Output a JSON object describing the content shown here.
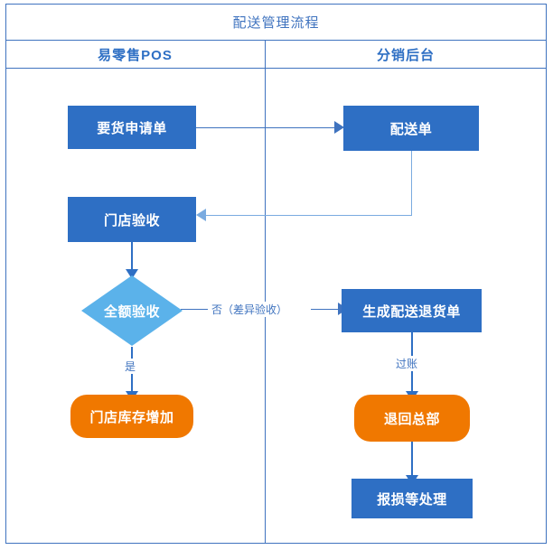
{
  "diagram": {
    "title": "配送管理流程",
    "lanes": [
      {
        "label": "易零售POS"
      },
      {
        "label": "分销后台"
      }
    ],
    "colors": {
      "frame_border": "#3f73bf",
      "lane_title": "#3f73bf",
      "lane_header": "#2e6fc4",
      "process_fill": "#2e6fc4",
      "decision_fill": "#5bb2ea",
      "terminal_fill": "#f07800",
      "connector": "#3f73bf",
      "connector_light": "#7aabe0",
      "node_text": "#ffffff"
    },
    "nodes": [
      {
        "id": "n1",
        "label": "要货申请单",
        "shape": "rect",
        "lane": "易零售POS"
      },
      {
        "id": "n2",
        "label": "配送单",
        "shape": "rect",
        "lane": "分销后台"
      },
      {
        "id": "n3",
        "label": "门店验收",
        "shape": "rect",
        "lane": "易零售POS"
      },
      {
        "id": "n4",
        "label": "全额验收",
        "shape": "diamond",
        "lane": "易零售POS"
      },
      {
        "id": "n5",
        "label": "生成配送退货单",
        "shape": "rect",
        "lane": "分销后台"
      },
      {
        "id": "n6",
        "label": "门店库存增加",
        "shape": "pill",
        "lane": "易零售POS"
      },
      {
        "id": "n7",
        "label": "退回总部",
        "shape": "pill",
        "lane": "分销后台"
      },
      {
        "id": "n8",
        "label": "报损等处理",
        "shape": "rect",
        "lane": "分销后台"
      }
    ],
    "edges": [
      {
        "from": "n1",
        "to": "n2",
        "label": ""
      },
      {
        "from": "n2",
        "to": "n3",
        "label": ""
      },
      {
        "from": "n3",
        "to": "n4",
        "label": ""
      },
      {
        "from": "n4",
        "to": "n5",
        "label": "否（差异验收）"
      },
      {
        "from": "n4",
        "to": "n6",
        "label": "是"
      },
      {
        "from": "n5",
        "to": "n7",
        "label": "过账"
      },
      {
        "from": "n7",
        "to": "n8",
        "label": ""
      }
    ],
    "edge_labels": {
      "no_diff": "否（差异验收）",
      "yes": "是",
      "posting": "过账"
    }
  }
}
